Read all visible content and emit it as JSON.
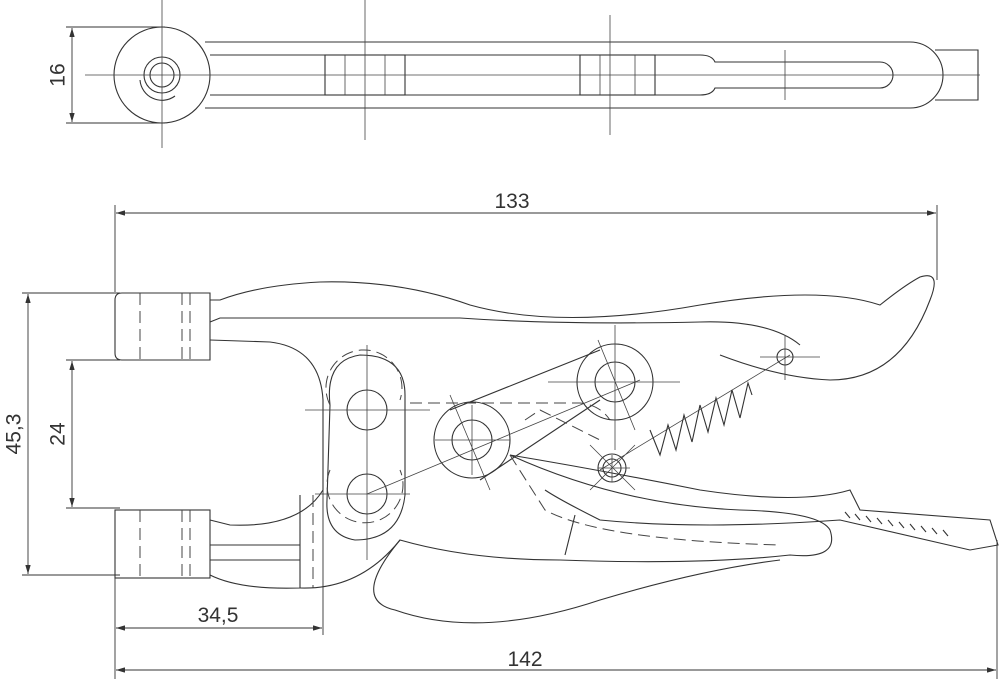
{
  "title": "Pliers technical drawing",
  "dimensions": {
    "top_width": "16",
    "overall_length_upper": "133",
    "height_total": "45,3",
    "jaw_gap": "24",
    "barrel_offset": "34,5",
    "overall_length": "142"
  },
  "colors": {
    "line": "#333333",
    "background": "#ffffff"
  }
}
